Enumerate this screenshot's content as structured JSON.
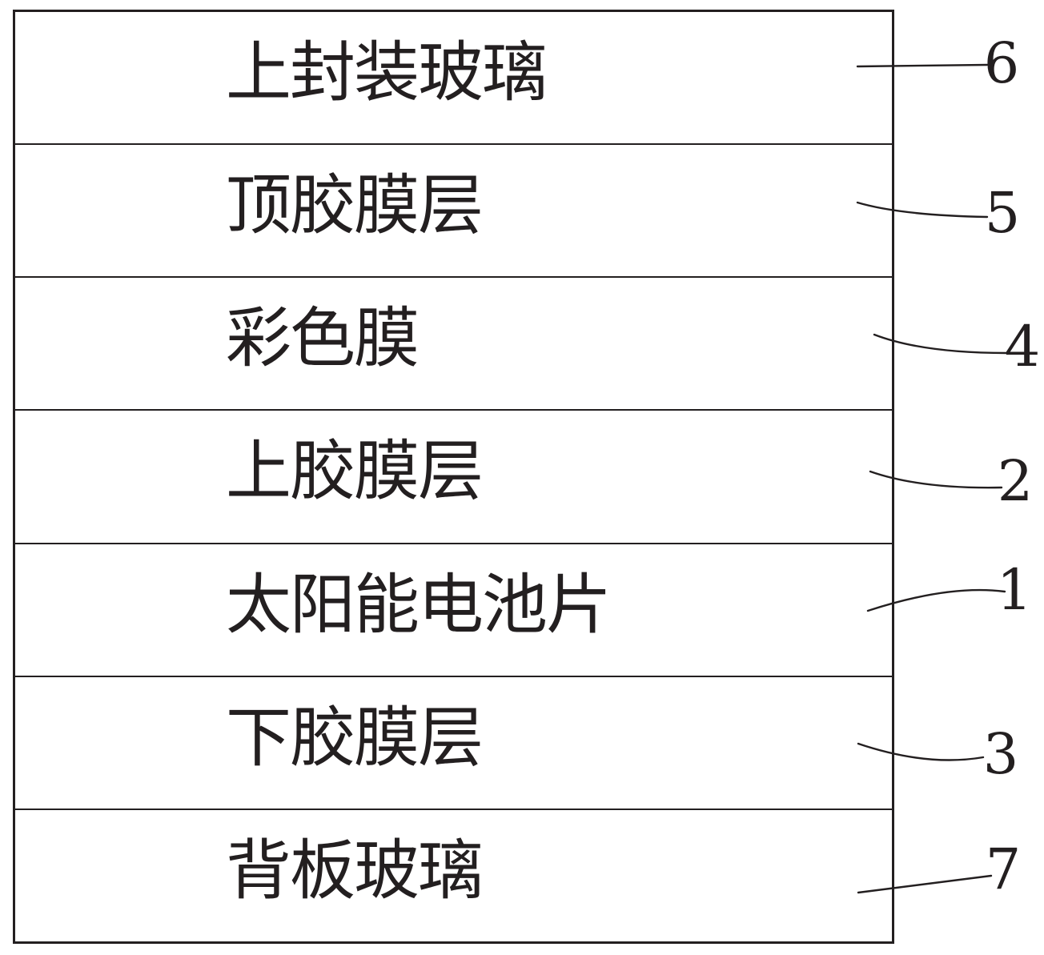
{
  "diagram": {
    "type": "layered-stack-patent-figure",
    "layers": [
      {
        "label": "上封装玻璃",
        "ref": "6"
      },
      {
        "label": "顶胶膜层",
        "ref": "5"
      },
      {
        "label": "彩色膜",
        "ref": "4"
      },
      {
        "label": "上胶膜层",
        "ref": "2"
      },
      {
        "label": "太阳能电池片",
        "ref": "1"
      },
      {
        "label": "下胶膜层",
        "ref": "3"
      },
      {
        "label": "背板玻璃",
        "ref": "7"
      }
    ],
    "colors": {
      "line": "#231f20",
      "text": "#231f20",
      "background": "#ffffff"
    }
  }
}
